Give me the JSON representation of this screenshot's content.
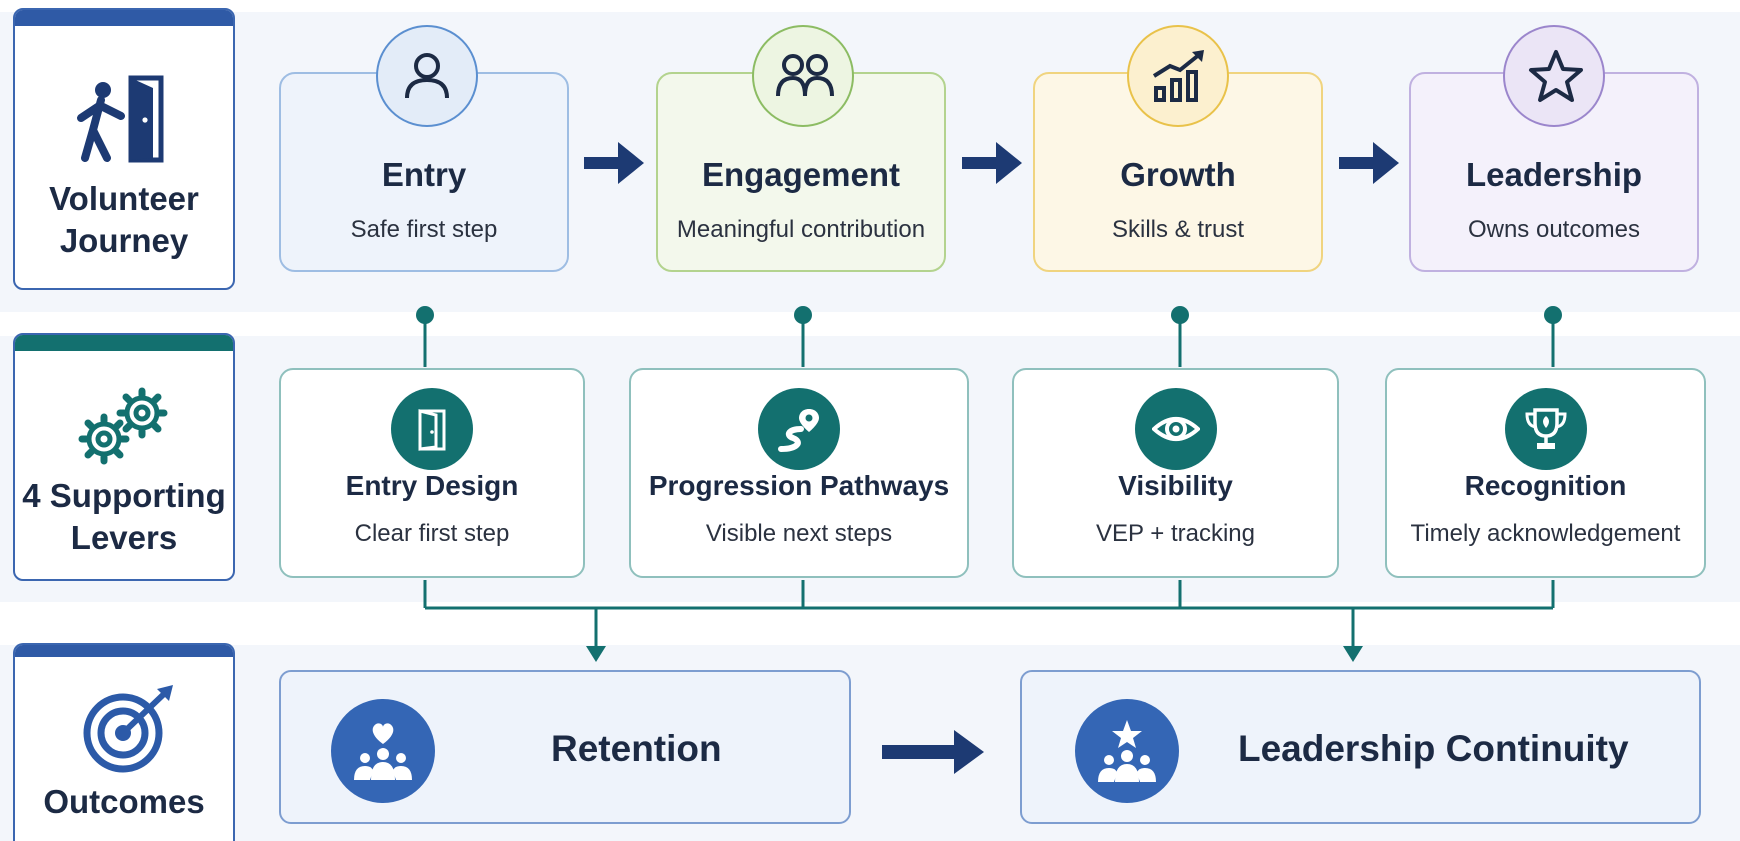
{
  "rows": {
    "journey": "Volunteer Journey",
    "levers": "4 Supporting Levers",
    "outcomes": "Outcomes"
  },
  "row_icons": [
    "person-entering-door-icon",
    "gears-icon",
    "target-arrow-icon"
  ],
  "stages": [
    {
      "title": "Entry",
      "subtitle": "Safe first step",
      "icon": "person-icon",
      "color": "#5b8fd0",
      "fill": "#eef3fb"
    },
    {
      "title": "Engagement",
      "subtitle": "Meaningful contribution",
      "icon": "people-icon",
      "color": "#8cbc63",
      "fill": "#f3f8ec"
    },
    {
      "title": "Growth",
      "subtitle": "Skills & trust",
      "icon": "bar-chart-trend-icon",
      "color": "#e9c24a",
      "fill": "#fdf7e6"
    },
    {
      "title": "Leadership",
      "subtitle": "Owns outcomes",
      "icon": "star-icon",
      "color": "#9b86cc",
      "fill": "#f4f1fb"
    }
  ],
  "levers": [
    {
      "title": "Entry Design",
      "subtitle": "Clear first step",
      "icon": "door-icon"
    },
    {
      "title": "Progression Pathways",
      "subtitle": "Visible next steps",
      "icon": "path-pin-icon"
    },
    {
      "title": "Visibility",
      "subtitle": "VEP + tracking",
      "icon": "eye-icon"
    },
    {
      "title": "Recognition",
      "subtitle": "Timely acknowledgement",
      "icon": "trophy-icon"
    }
  ],
  "outcomes": [
    {
      "title": "Retention",
      "icon": "heart-group-icon"
    },
    {
      "title": "Leadership Continuity",
      "icon": "star-group-icon"
    }
  ],
  "colors": {
    "navy": "#1d3a73",
    "teal": "#13706f",
    "blue": "#3466b5",
    "journey_bar": "#2f5aa6",
    "levers_bar": "#13706f"
  }
}
